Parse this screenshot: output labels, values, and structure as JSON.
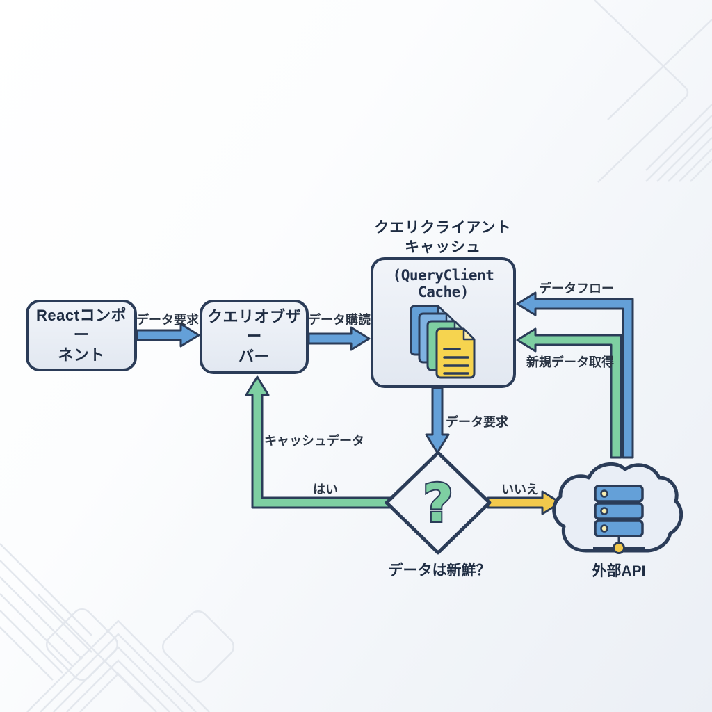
{
  "diagram": {
    "nodes": {
      "react_component": {
        "line1": "Reactコンポー",
        "line2": "ネント"
      },
      "query_observer": {
        "line1": "クエリオブザー",
        "line2": "バー"
      },
      "query_client_cache": {
        "title_line1": "クエリクライアント",
        "title_line2": "キャッシュ",
        "code_line1": "(QueryClient",
        "code_line2": "Cache)",
        "icon": "documents-stack-icon"
      },
      "freshness_decision": {
        "glyph": "?",
        "label": "データは新鮮？"
      },
      "external_api": {
        "label": "外部API",
        "icon": "cloud-server-icon"
      }
    },
    "edges": {
      "component_request": {
        "label": "データ要求",
        "from": "react_component",
        "to": "query_observer",
        "color": "blue"
      },
      "data_subscription": {
        "label": "データ購読",
        "from": "query_observer",
        "to": "query_client_cache",
        "color": "blue"
      },
      "cache_request": {
        "label": "データ要求",
        "from": "query_client_cache",
        "to": "freshness_decision",
        "color": "blue"
      },
      "data_flow": {
        "label": "データフロー",
        "from": "external_api",
        "to": "query_client_cache",
        "color": "blue"
      },
      "fresh_fetch": {
        "label": "新規データ取得",
        "from": "external_api",
        "to": "query_client_cache",
        "color": "green"
      },
      "cached_data": {
        "label": "キャッシュデータ",
        "from": "freshness_decision",
        "to": "query_observer",
        "color": "green"
      },
      "yes_branch": {
        "label": "はい",
        "color": "green"
      },
      "no_branch": {
        "label": "いいえ",
        "color": "yellow"
      }
    },
    "colors": {
      "outline": "#2b3c58",
      "box_fill_top": "#f1f4f9",
      "box_fill_bottom": "#e2e8f1",
      "blue": "#64a0d8",
      "blue_light": "#7fb2e2",
      "green": "#7ecfa2",
      "yellow": "#f2c94c",
      "doc_yellow": "#f6d44f",
      "dot_yellow": "#f7ecb0",
      "text_dark": "#1e2c42",
      "label_text": "#2a3443",
      "deco_line": "#e3e7ed"
    }
  }
}
